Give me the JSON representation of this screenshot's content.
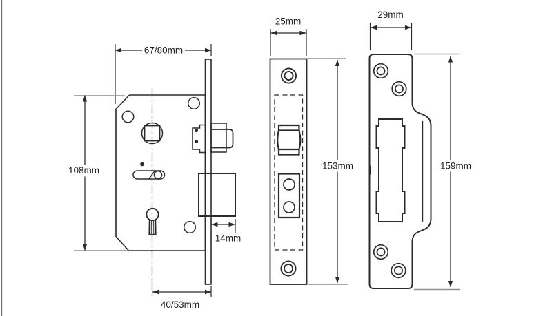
{
  "colors": {
    "background": "#ffffff",
    "line": "#2b2b2b",
    "extension_gray": "#8f8f8f",
    "text": "#231f20",
    "page_border": "#6e6e6e"
  },
  "dimensions": {
    "lock_case": {
      "case_depth_label": "67/80mm",
      "case_height_label": "108mm",
      "bolt_throw_label": "14mm",
      "backset_label": "40/53mm"
    },
    "faceplate": {
      "width_label": "25mm",
      "height_label": "153mm"
    },
    "strike_plate": {
      "width_label": "29mm",
      "height_label": "159mm"
    }
  }
}
